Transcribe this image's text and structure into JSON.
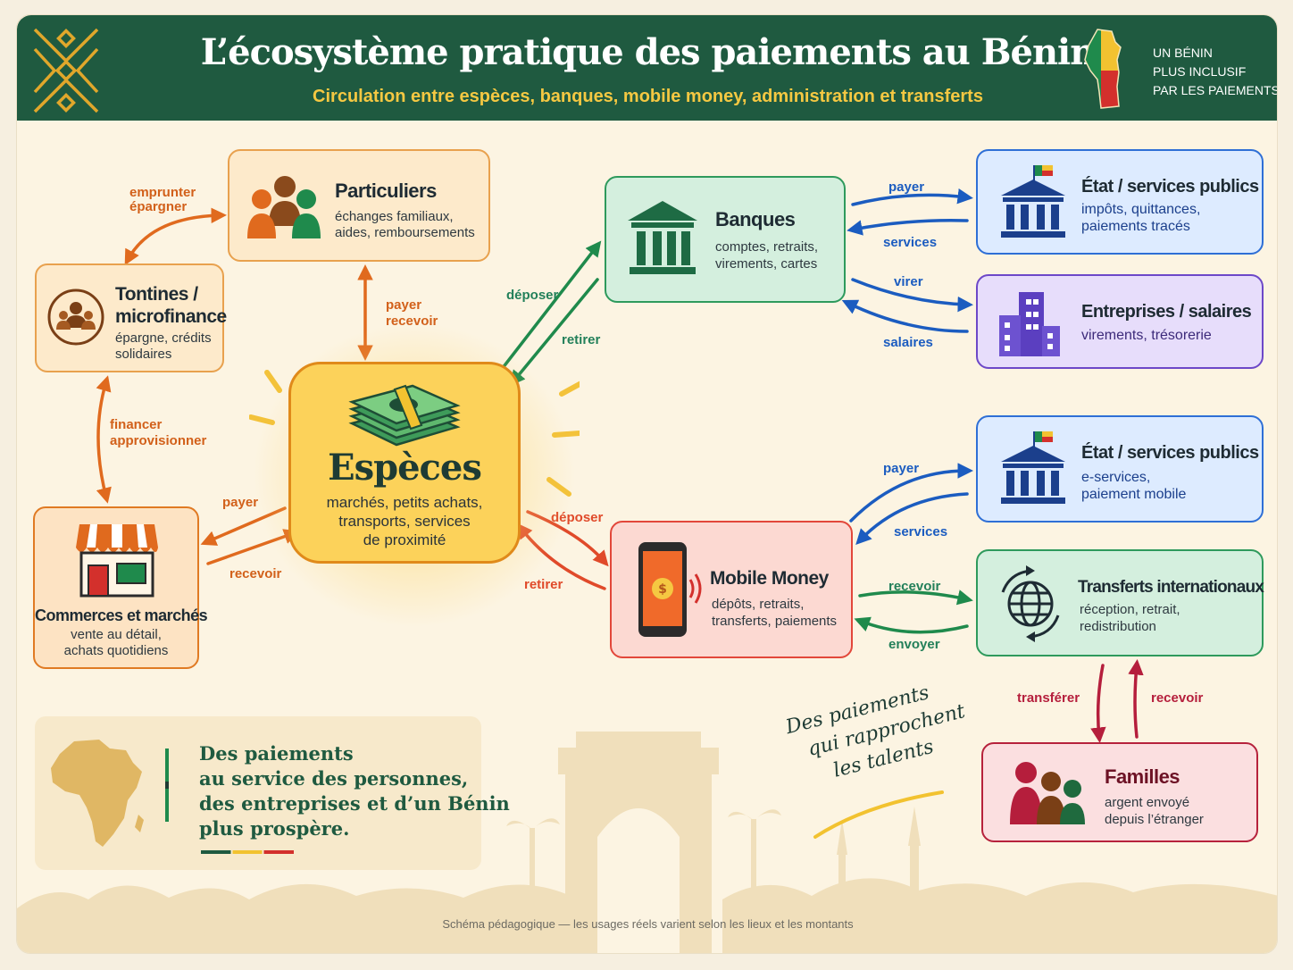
{
  "header": {
    "title": "L’écosystème pratique des paiements au Bénin",
    "subtitle": "Circulation entre espèces, banques, mobile money, administration et transferts",
    "tagline": [
      "UN BÉNIN",
      "PLUS INCLUSIF",
      "PAR LES PAIEMENTS"
    ]
  },
  "nodes": {
    "particuliers": {
      "title": "Particuliers",
      "desc": [
        "échanges familiaux,",
        "aides, remboursements"
      ]
    },
    "tontines": {
      "title": [
        "Tontines /",
        "microfinance"
      ],
      "desc": [
        "épargne, crédits",
        "solidaires"
      ]
    },
    "commerces": {
      "title": "Commerces et marchés",
      "desc": [
        "vente au détail,",
        "achats quotidiens"
      ]
    },
    "especes": {
      "title": "Espèces",
      "desc": [
        "marchés, petits achats,",
        "transports, services",
        "de proximité"
      ]
    },
    "banques": {
      "title": "Banques",
      "desc": [
        "comptes, retraits,",
        "virements, cartes"
      ]
    },
    "etat1": {
      "title": "État / services publics",
      "desc": [
        "impôts, quittances,",
        "paiements tracés"
      ]
    },
    "entreprises": {
      "title": "Entreprises / salaires",
      "desc": [
        "virements, trésorerie"
      ]
    },
    "etat2": {
      "title": "État / services publics",
      "desc": [
        "e-services,",
        "paiement mobile"
      ]
    },
    "mobile": {
      "title": "Mobile Money",
      "desc": [
        "dépôts, retraits,",
        "transferts, paiements"
      ]
    },
    "transferts": {
      "title": "Transferts internationaux",
      "desc": [
        "réception, retrait,",
        "redistribution"
      ]
    },
    "familles": {
      "title": "Familles",
      "desc": [
        "argent envoyé",
        "depuis l’étranger"
      ]
    }
  },
  "flows": {
    "emprunter": "emprunter",
    "epargner": "épargner",
    "payer_recevoir_1": "payer",
    "payer_recevoir_2": "recevoir",
    "financer": "financer",
    "approvisionner": "approvisionner",
    "com_payer": "payer",
    "com_recevoir": "recevoir",
    "deposer_bq": "déposer",
    "retirer_bq": "retirer",
    "bq_payer": "payer",
    "bq_services": "services",
    "bq_virer": "virer",
    "bq_salaires": "salaires",
    "deposer_mm": "déposer",
    "retirer_mm": "retirer",
    "mm_payer": "payer",
    "mm_services": "services",
    "mm_recevoir": "recevoir",
    "mm_envoyer": "envoyer",
    "tr_transferer": "transférer",
    "tr_recevoir": "recevoir"
  },
  "quote": [
    "Des paiements",
    "au service des personnes,",
    "des entreprises et d’un Bénin",
    "plus prospère."
  ],
  "slogan": [
    "Des paiements",
    "qui rapprochent",
    "les talents"
  ],
  "footer": "Schéma pédagogique — les usages réels varient selon les lieux et les montants",
  "colors": {
    "header": "#1f5a40",
    "accent": "#f5c842",
    "benin_green": "#1f8a4c",
    "benin_yellow": "#f2c230",
    "benin_red": "#d3302c"
  }
}
